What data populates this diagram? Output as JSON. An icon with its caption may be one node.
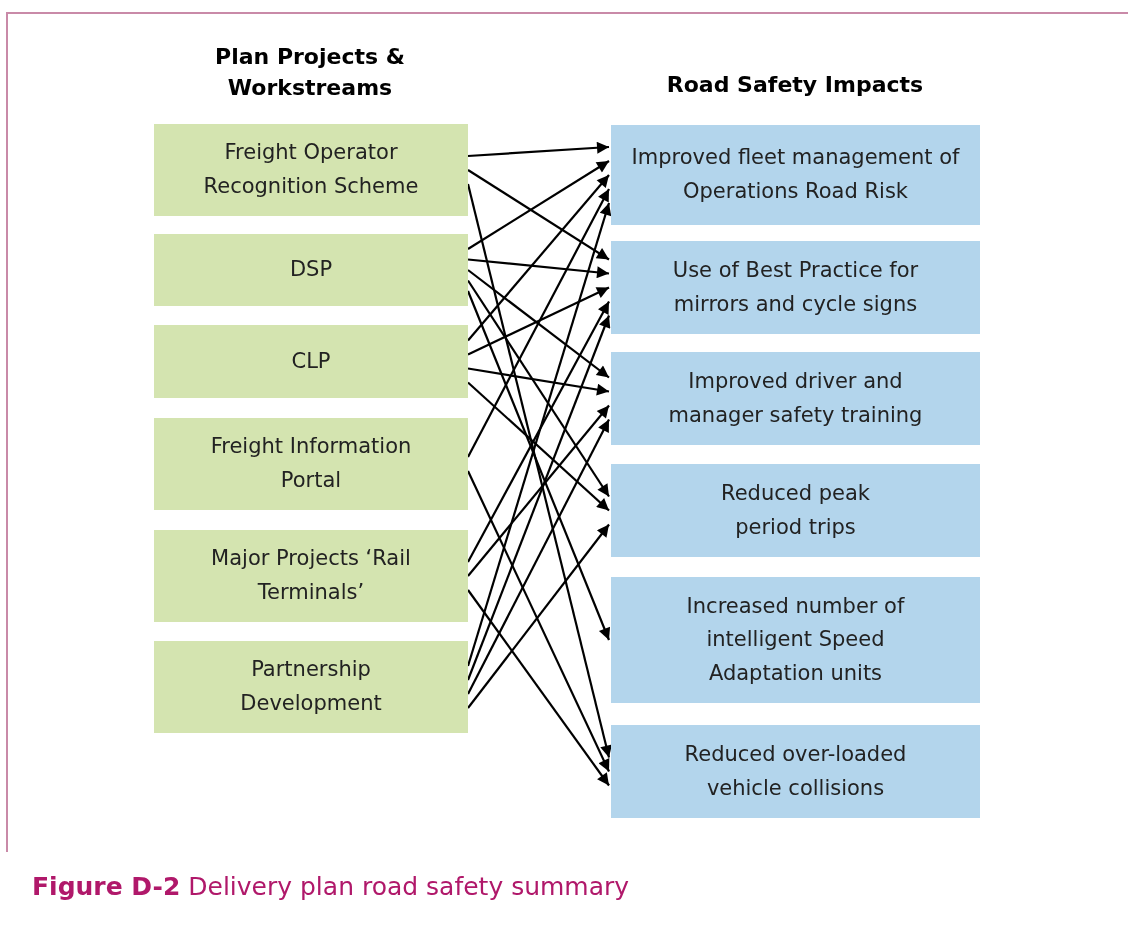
{
  "diagram": {
    "caption": "**Figure D-2** Delivery plan road safety summary",
    "nodes": [
      {
        "text": [
          "Freight Operator Recognition Scheme"
        ]
      },
      {
        "text": [
          "DSP"
        ]
      },
      {
        "text": [
          "CLP"
        ]
      },
      {
        "text": [
          "Freight Information Portal"
        ]
      },
      {
        "text": [
          "Major Projects ‘Rail Terminals’"
        ]
      },
      {
        "text": [
          "Partnership Development"
        ]
      },
      {
        "text": [
          "Improved fleet management of Operations Road Risk"
        ]
      },
      {
        "text": [
          "Use of Best Practice for mirrors and cycle signs"
        ]
      },
      {
        "text": [
          "Improved driver and manager safety training"
        ]
      },
      {
        "text": [
          "Reduced peak period trips"
        ]
      },
      {
        "text": [
          "Increased number of intelligent Speed Adaptation units"
        ]
      },
      {
        "text": [
          "Reduced over-loaded vehicle collisions"
        ]
      }
    ],
    "edges": [
      {
        "from": 0,
        "to": 6,
        "arrow": "to"
      },
      {
        "from": 0,
        "to": 7,
        "arrow": "to"
      },
      {
        "from": 0,
        "to": 11,
        "arrow": "to"
      },
      {
        "from": 1,
        "to": 6,
        "arrow": "to"
      },
      {
        "from": 1,
        "to": 7,
        "arrow": "to"
      },
      {
        "from": 1,
        "to": 8,
        "arrow": "to"
      },
      {
        "from": 1,
        "to": 9,
        "arrow": "to"
      },
      {
        "from": 1,
        "to": 10,
        "arrow": "to"
      },
      {
        "from": 2,
        "to": 6,
        "arrow": "to"
      },
      {
        "from": 2,
        "to": 7,
        "arrow": "to"
      },
      {
        "from": 2,
        "to": 8,
        "arrow": "to"
      },
      {
        "from": 2,
        "to": 9,
        "arrow": "to"
      },
      {
        "from": 3,
        "to": 6,
        "arrow": "to"
      },
      {
        "from": 3,
        "to": 11,
        "arrow": "to"
      },
      {
        "from": 4,
        "to": 7,
        "arrow": "to"
      },
      {
        "from": 4,
        "to": 8,
        "arrow": "to"
      },
      {
        "from": 4,
        "to": 11,
        "arrow": "to"
      },
      {
        "from": 5,
        "to": 6,
        "arrow": "to"
      },
      {
        "from": 5,
        "to": 7,
        "arrow": "to"
      },
      {
        "from": 5,
        "to": 8,
        "arrow": "to"
      },
      {
        "from": 5,
        "to": 9,
        "arrow": "to"
      }
    ],
    "labels": [
      "Plan Projects & Workstreams",
      "Road Safety Impacts"
    ]
  }
}
